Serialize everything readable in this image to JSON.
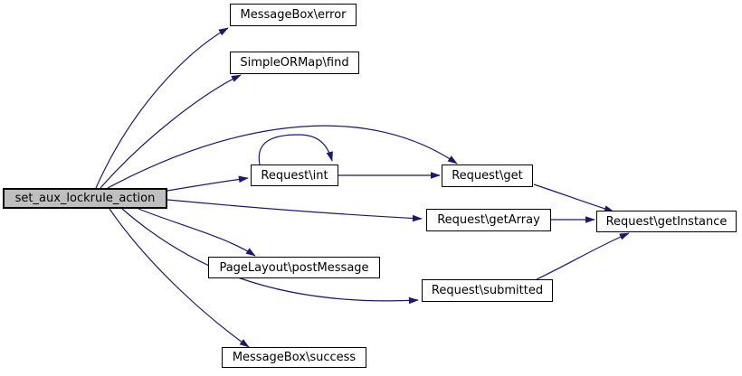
{
  "diagram": {
    "kind": "call-graph",
    "background_color": "#ffffff",
    "edge_color": "#191970",
    "node_border_color": "#000000",
    "node_fill_color": "#ffffff",
    "highlight_fill_color": "#bfbfbf",
    "text_color": "#000000",
    "nodes": [
      {
        "id": "main",
        "label": "set_aux_lockrule_action",
        "highlight": true
      },
      {
        "id": "error",
        "label": "MessageBox\\error",
        "highlight": false
      },
      {
        "id": "find",
        "label": "SimpleORMap\\find",
        "highlight": false
      },
      {
        "id": "int",
        "label": "Request\\int",
        "highlight": false
      },
      {
        "id": "get",
        "label": "Request\\get",
        "highlight": false
      },
      {
        "id": "getArray",
        "label": "Request\\getArray",
        "highlight": false
      },
      {
        "id": "getInstance",
        "label": "Request\\getInstance",
        "highlight": false
      },
      {
        "id": "postMessage",
        "label": "PageLayout\\postMessage",
        "highlight": false
      },
      {
        "id": "submitted",
        "label": "Request\\submitted",
        "highlight": false
      },
      {
        "id": "success",
        "label": "MessageBox\\success",
        "highlight": false
      }
    ],
    "edges": [
      {
        "from": "main",
        "to": "error"
      },
      {
        "from": "main",
        "to": "find"
      },
      {
        "from": "main",
        "to": "get"
      },
      {
        "from": "main",
        "to": "int"
      },
      {
        "from": "main",
        "to": "getArray"
      },
      {
        "from": "main",
        "to": "postMessage"
      },
      {
        "from": "main",
        "to": "submitted"
      },
      {
        "from": "main",
        "to": "success"
      },
      {
        "from": "int",
        "to": "int"
      },
      {
        "from": "int",
        "to": "get"
      },
      {
        "from": "get",
        "to": "getInstance"
      },
      {
        "from": "getArray",
        "to": "getInstance"
      },
      {
        "from": "submitted",
        "to": "getInstance"
      }
    ]
  }
}
